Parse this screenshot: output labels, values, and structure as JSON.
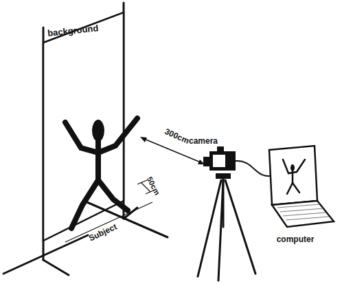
{
  "diagram": {
    "labels": [
      "background",
      "300cm",
      "camera",
      "50cm",
      "Subject",
      "computer"
    ]
  }
}
